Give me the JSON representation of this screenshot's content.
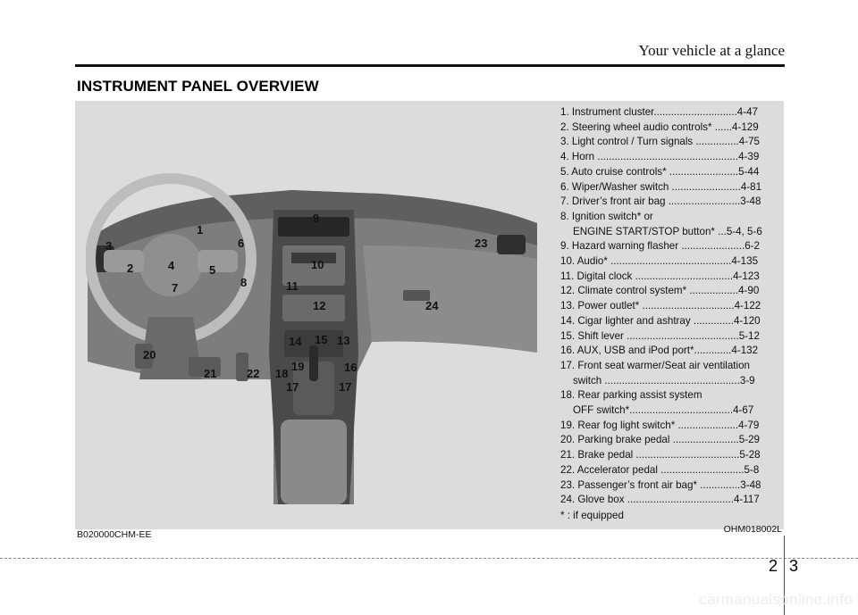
{
  "header": {
    "section_title": "Your vehicle at a glance"
  },
  "page": {
    "heading": "INSTRUMENT PANEL OVERVIEW",
    "image_code": "OHM018002L",
    "ref_code": "B020000CHM-EE",
    "chapter": "2",
    "page_num": "3",
    "watermark": "carmanualsonline.info"
  },
  "items": [
    {
      "text": "1. Instrument cluster.............................4-47"
    },
    {
      "text": "2. Steering wheel audio controls* ......4-129"
    },
    {
      "text": "3. Light control / Turn signals ...............4-75"
    },
    {
      "text": "4. Horn .................................................4-39"
    },
    {
      "text": "5. Auto cruise controls* ........................5-44"
    },
    {
      "text": "6. Wiper/Washer switch ........................4-81"
    },
    {
      "text": "7. Driver’s front air bag .........................3-48"
    },
    {
      "text": "8. Ignition switch* or",
      "cont": "ENGINE START/STOP button* ...5-4, 5-6"
    },
    {
      "text": "9. Hazard warning flasher ......................6-2"
    },
    {
      "text": "10. Audio* ..........................................4-135"
    },
    {
      "text": "11. Digital clock ..................................4-123"
    },
    {
      "text": "12. Climate control system* .................4-90"
    },
    {
      "text": "13. Power outlet* ................................4-122"
    },
    {
      "text": "14. Cigar lighter and ashtray ..............4-120"
    },
    {
      "text": "15. Shift lever .......................................5-12"
    },
    {
      "text": "16. AUX, USB and iPod port*.............4-132"
    },
    {
      "text": "17. Front seat warmer/Seat air ventilation",
      "cont": "switch ...............................................3-9"
    },
    {
      "text": "18. Rear parking assist system",
      "cont": "OFF switch*....................................4-67"
    },
    {
      "text": "19. Rear fog light switch* .....................4-79"
    },
    {
      "text": "20. Parking brake pedal .......................5-29"
    },
    {
      "text": "21. Brake pedal ....................................5-28"
    },
    {
      "text": "22. Accelerator pedal .............................5-8"
    },
    {
      "text": "23. Passenger’s front air bag* ..............3-48"
    },
    {
      "text": "24. Glove box .....................................4-117"
    }
  ],
  "footnote": "* : if equipped",
  "callouts": [
    "1",
    "2",
    "3",
    "4",
    "5",
    "6",
    "7",
    "8",
    "9",
    "10",
    "11",
    "12",
    "13",
    "14",
    "15",
    "16",
    "17",
    "17",
    "18",
    "19",
    "20",
    "21",
    "22",
    "23",
    "24"
  ]
}
